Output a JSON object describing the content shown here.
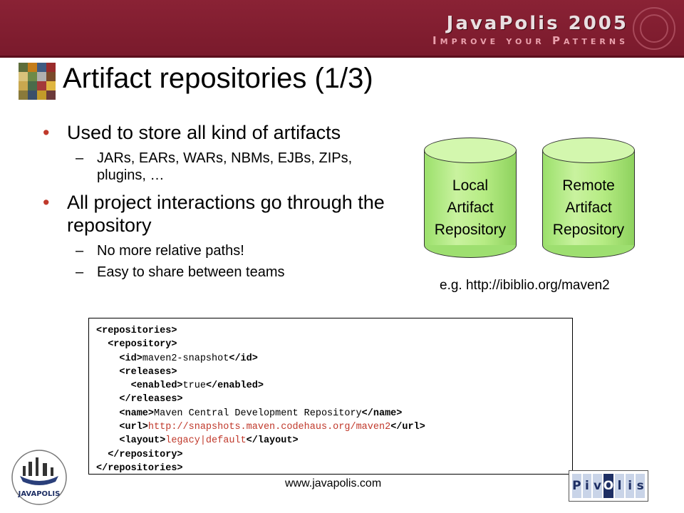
{
  "header": {
    "brand_title": "JavaPolis 2005",
    "brand_tagline": "Improve your Patterns"
  },
  "slide": {
    "title": "Artifact repositories (1/3)",
    "bullets": [
      {
        "text": "Used to store all kind of artifacts",
        "sub": [
          "JARs, EARs, WARs, NBMs, EJBs, ZIPs, plugins, …"
        ]
      },
      {
        "text": "All project interactions go through the repository",
        "sub": [
          "No more relative paths!",
          "Easy to share between teams"
        ]
      }
    ],
    "repositories": [
      {
        "label": "Local\nArtifact\nRepository"
      },
      {
        "label": "Remote\nArtifact\nRepository"
      }
    ],
    "example_url": "e.g. http://ibiblio.org/maven2"
  },
  "code": {
    "repositories_open": "<repositories>",
    "repository_open": "<repository>",
    "id_open": "<id>",
    "id_value": "maven2-snapshot",
    "id_close": "</id>",
    "releases_open": "<releases>",
    "enabled_open": "<enabled>",
    "enabled_value": "true",
    "enabled_close": "</enabled>",
    "releases_close": "</releases>",
    "name_open": "<name>",
    "name_value": "Maven Central Development Repository",
    "name_close": "</name>",
    "url_open": "<url>",
    "url_value": "http://snapshots.maven.codehaus.org/maven2",
    "url_close": "</url>",
    "layout_open": "<layout>",
    "layout_value": "legacy|default",
    "layout_close": "</layout>",
    "repository_close": "</repository>",
    "repositories_close": "</repositories>"
  },
  "footer": {
    "url": "www.javapolis.com",
    "left_logo_text": "JAVAPOLIS",
    "pivolis_letters": [
      "P",
      "i",
      "v",
      "O",
      "l",
      "i",
      "s"
    ]
  },
  "colors": {
    "header": "#7a1a2c",
    "bullet": "#c0392b",
    "cylinder": "#b6ec84",
    "code_value": "#c0392b"
  }
}
